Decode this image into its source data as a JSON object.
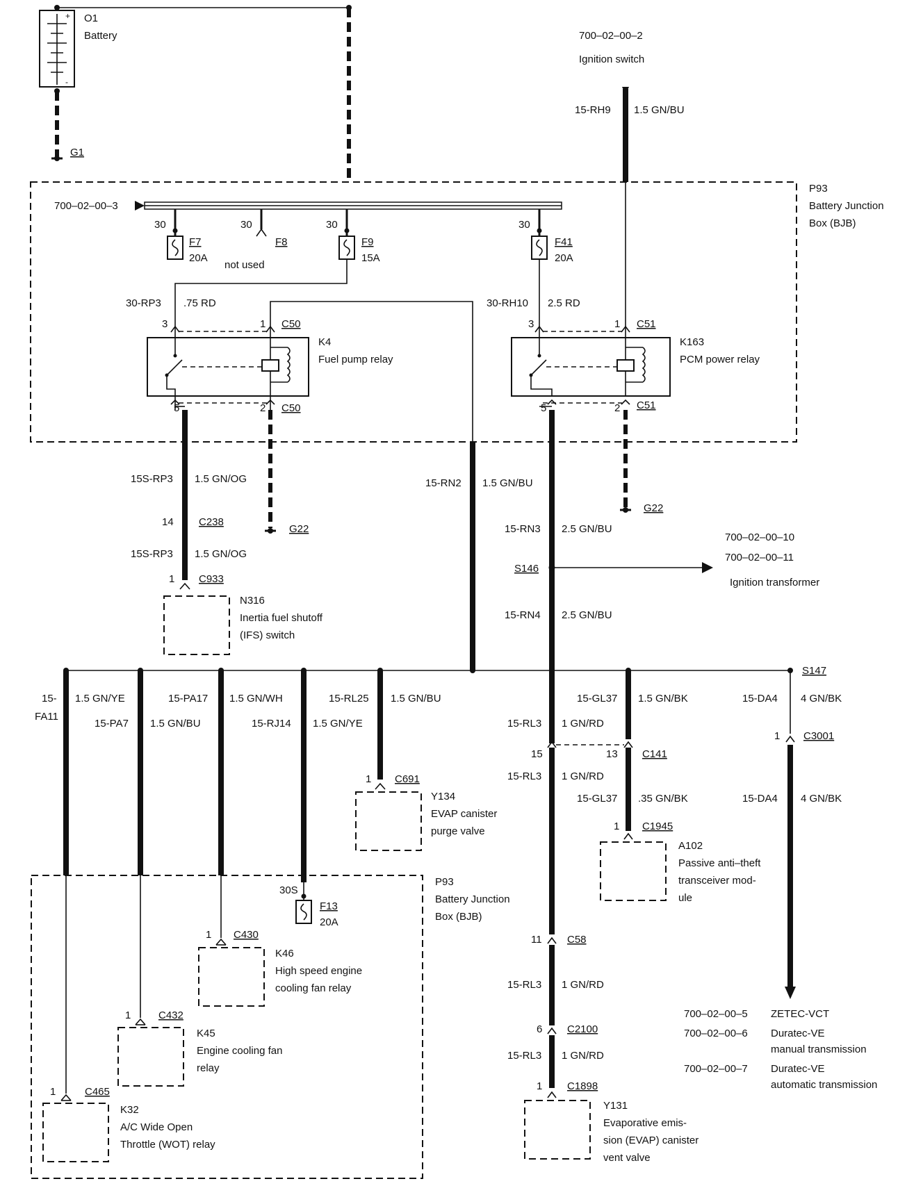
{
  "battery": {
    "id": "O1",
    "name": "Battery",
    "ground": "G1"
  },
  "ignition_switch": {
    "ref": "700–02–00–2",
    "name": "Ignition switch",
    "circuit": "15-RH9",
    "wire": "1.5 GN/BU"
  },
  "bjb_top": {
    "id": "P93",
    "name_line1": "Battery Junction",
    "name_line2": "Box (BJB)",
    "busbar_ref": "700–02–00–3"
  },
  "fuses": {
    "f7": {
      "pin": "30",
      "id": "F7",
      "rating": "20A"
    },
    "f8": {
      "pin": "30",
      "id": "F8",
      "note": "not used"
    },
    "f9": {
      "pin": "30",
      "id": "F9",
      "rating": "15A"
    },
    "f41": {
      "pin": "30",
      "id": "F41",
      "rating": "20A"
    },
    "f13": {
      "pin": "30S",
      "id": "F13",
      "rating": "20A"
    }
  },
  "k4": {
    "id": "K4",
    "name": "Fuel pump relay",
    "in_circuit": "30-RP3",
    "in_wire": ".75 RD",
    "pin3": "3",
    "pin1": "1",
    "pin5": "5",
    "pin2": "2",
    "conn_top": "C50",
    "conn_bottom": "C50"
  },
  "k163": {
    "id": "K163",
    "name": "PCM power relay",
    "in_circuit": "30-RH10",
    "in_wire": "2.5 RD",
    "pin3": "3",
    "pin1": "1",
    "pin5": "5",
    "pin2": "2",
    "conn_top": "C51",
    "conn_bottom": "C51"
  },
  "wires": {
    "rp3a": {
      "circuit": "15S-RP3",
      "wire": "1.5 GN/OG"
    },
    "c238": {
      "pin": "14",
      "id": "C238"
    },
    "rp3b": {
      "circuit": "15S-RP3",
      "wire": "1.5 GN/OG"
    },
    "c933": {
      "pin": "1",
      "id": "C933"
    },
    "g22_left": "G22",
    "g22_right": "G22",
    "rn2": {
      "circuit": "15-RN2",
      "wire": "1.5 GN/BU"
    },
    "rn3": {
      "circuit": "15-RN3",
      "wire": "2.5 GN/BU"
    },
    "s146": "S146",
    "rn4": {
      "circuit": "15-RN4",
      "wire": "2.5 GN/BU"
    }
  },
  "ign_transformer": {
    "ref1": "700–02–00–10",
    "ref2": "700–02–00–11",
    "name": "Ignition transformer"
  },
  "n316": {
    "id": "N316",
    "line1": "Inertia fuel shutoff",
    "line2": "(IFS) switch"
  },
  "splice_bottom": "S147",
  "branches": {
    "fa11": {
      "circuit1": "15-",
      "circuit2": "FA11",
      "wire": "1.5 GN/YE"
    },
    "pa7": {
      "circuit": "15-PA7",
      "wire": "1.5 GN/BU"
    },
    "pa17": {
      "circuit": "15-PA17",
      "wire": "1.5 GN/WH"
    },
    "rj14": {
      "circuit": "15-RJ14",
      "wire": "1.5 GN/YE"
    },
    "rl25": {
      "circuit": "15-RL25",
      "wire": "1.5 GN/BU"
    },
    "rl3_top": {
      "circuit": "15-RL3",
      "wire": "1 GN/RD"
    },
    "gl37_top": {
      "circuit": "15-GL37",
      "wire": "1.5 GN/BK"
    },
    "da4_top": {
      "circuit": "15-DA4",
      "wire": "4 GN/BK"
    },
    "c141": {
      "pin_a": "15",
      "pin_b": "13",
      "id": "C141"
    },
    "c3001": {
      "pin": "1",
      "id": "C3001"
    },
    "rl3_mid": {
      "circuit": "15-RL3",
      "wire": "1 GN/RD"
    },
    "gl37_low": {
      "circuit": "15-GL37",
      "wire": ".35 GN/BK"
    },
    "da4_low": {
      "circuit": "15-DA4",
      "wire": "4 GN/BK"
    },
    "c1945": {
      "pin": "1",
      "id": "C1945"
    },
    "c58": {
      "pin": "11",
      "id": "C58"
    },
    "rl3_c": {
      "circuit": "15-RL3",
      "wire": "1 GN/RD"
    },
    "c2100": {
      "pin": "6",
      "id": "C2100"
    },
    "rl3_d": {
      "circuit": "15-RL3",
      "wire": "1 GN/RD"
    },
    "c1898": {
      "pin": "1",
      "id": "C1898"
    },
    "c691": {
      "pin": "1",
      "id": "C691"
    }
  },
  "y134": {
    "id": "Y134",
    "line1": "EVAP canister",
    "line2": "purge valve"
  },
  "a102": {
    "id": "A102",
    "line1": "Passive anti–theft",
    "line2": "transceiver mod-",
    "line3": "ule"
  },
  "bjb_bottom": {
    "id": "P93",
    "line1": "Battery Junction",
    "line2": "Box (BJB)"
  },
  "k46": {
    "conn_pin": "1",
    "conn_id": "C430",
    "id": "K46",
    "line1": "High speed engine",
    "line2": "cooling fan relay"
  },
  "k45": {
    "conn_pin": "1",
    "conn_id": "C432",
    "id": "K45",
    "line1": "Engine cooling fan",
    "line2": "relay"
  },
  "k32": {
    "conn_pin": "1",
    "conn_id": "C465",
    "id": "K32",
    "line1": "A/C Wide Open",
    "line2": "Throttle (WOT) relay"
  },
  "y131": {
    "id": "Y131",
    "line1": "Evaporative emis-",
    "line2": "sion (EVAP) canister",
    "line3": "vent valve"
  },
  "refs": {
    "r5": {
      "ref": "700–02–00–5",
      "text": "ZETEC-VCT"
    },
    "r6": {
      "ref": "700–02–00–6",
      "text1": "Duratec-VE",
      "text2": "manual transmission"
    },
    "r7": {
      "ref": "700–02–00–7",
      "text1": "Duratec-VE",
      "text2": "automatic transmission"
    }
  }
}
